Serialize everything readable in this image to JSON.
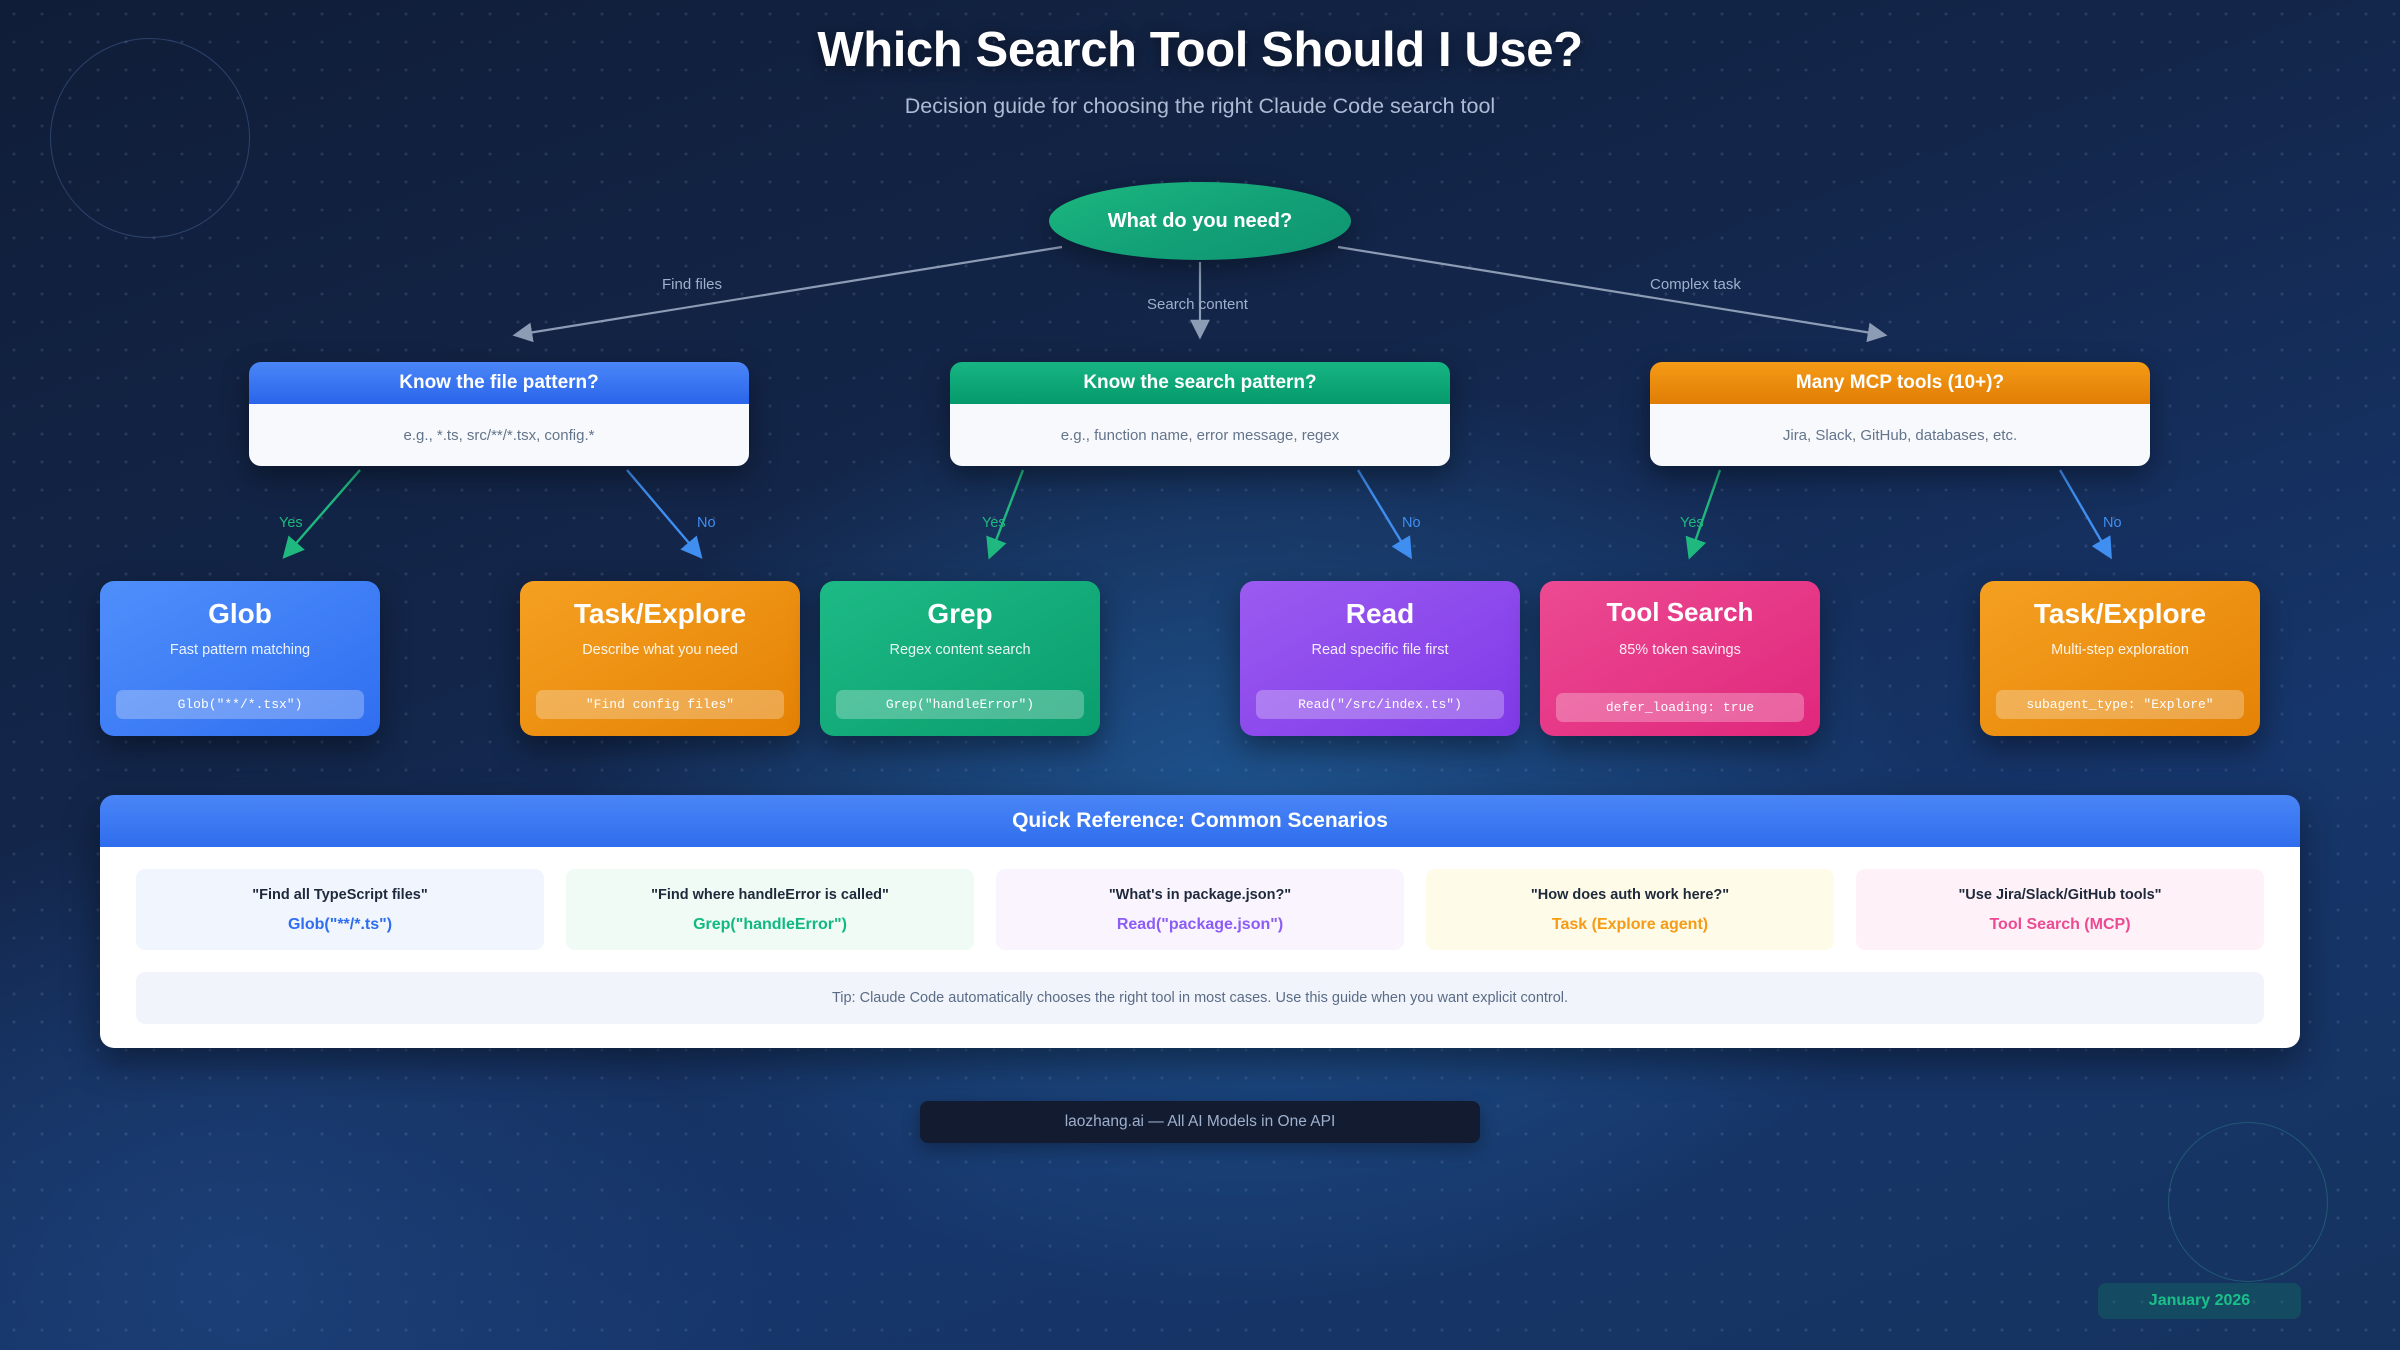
{
  "header": {
    "title": "Which Search Tool Should I Use?",
    "subtitle": "Decision guide for choosing the right Claude Code search tool"
  },
  "root": {
    "label": "What do you need?"
  },
  "branch_labels": [
    {
      "text": "Find files"
    },
    {
      "text": "Search content"
    },
    {
      "text": "Complex task"
    }
  ],
  "decisions": [
    {
      "title": "Know the file pattern?",
      "example": "e.g., *.ts, src/**/*.tsx, config.*",
      "color": "#2a65eb"
    },
    {
      "title": "Know the search pattern?",
      "example": "e.g., function name, error message, regex",
      "color": "#069a6b"
    },
    {
      "title": "Many MCP tools (10+)?",
      "example": "Jira, Slack, GitHub, databases, etc.",
      "color": "#e07d05"
    }
  ],
  "yes_no_labels": [
    {
      "text": "Yes"
    },
    {
      "text": "No"
    },
    {
      "text": "Yes"
    },
    {
      "text": "No"
    },
    {
      "text": "Yes"
    },
    {
      "text": "No"
    }
  ],
  "results": [
    {
      "title": "Glob",
      "subtitle": "Fast pattern matching",
      "code": "Glob(\"**/*.tsx\")",
      "color": "#2f6ef0"
    },
    {
      "title": "Task/Explore",
      "subtitle": "Describe what you need",
      "code": "\"Find config files\"",
      "color": "#e58205"
    },
    {
      "title": "Grep",
      "subtitle": "Regex content search",
      "code": "Grep(\"handleError\")",
      "color": "#0a9d6d"
    },
    {
      "title": "Read",
      "subtitle": "Read specific file first",
      "code": "Read(\"/src/index.ts\")",
      "color": "#8039e8"
    },
    {
      "title": "Tool Search",
      "subtitle": "85% token savings",
      "code": "defer_loading: true",
      "color": "#e0277c"
    },
    {
      "title": "Task/Explore",
      "subtitle": "Multi-step exploration",
      "code": "subagent_type: \"Explore\"",
      "color": "#e58205"
    }
  ],
  "quick_reference": {
    "title": "Quick Reference: Common Scenarios",
    "scenarios": [
      {
        "question": "\"Find all TypeScript files\"",
        "answer": "Glob(\"**/*.ts\")",
        "answer_color": "#2f6ef0",
        "bg": "#f0f5fe"
      },
      {
        "question": "\"Find where handleError is called\"",
        "answer": "Grep(\"handleError\")",
        "answer_color": "#10b981",
        "bg": "#f0fbf5"
      },
      {
        "question": "\"What's in package.json?\"",
        "answer": "Read(\"package.json\")",
        "answer_color": "#8b5cf6",
        "bg": "#faf4fe"
      },
      {
        "question": "\"How does auth work here?\"",
        "answer": "Task (Explore agent)",
        "answer_color": "#f59b16",
        "bg": "#fefbe8"
      },
      {
        "question": "\"Use Jira/Slack/GitHub tools\"",
        "answer": "Tool Search (MCP)",
        "answer_color": "#ec4a92",
        "bg": "#fef2f8"
      }
    ],
    "tip": "Tip: Claude Code automatically chooses the right tool in most cases. Use this guide when you want explicit control."
  },
  "footer": {
    "badge": "laozhang.ai — All AI Models in One API",
    "date": "January 2026"
  }
}
